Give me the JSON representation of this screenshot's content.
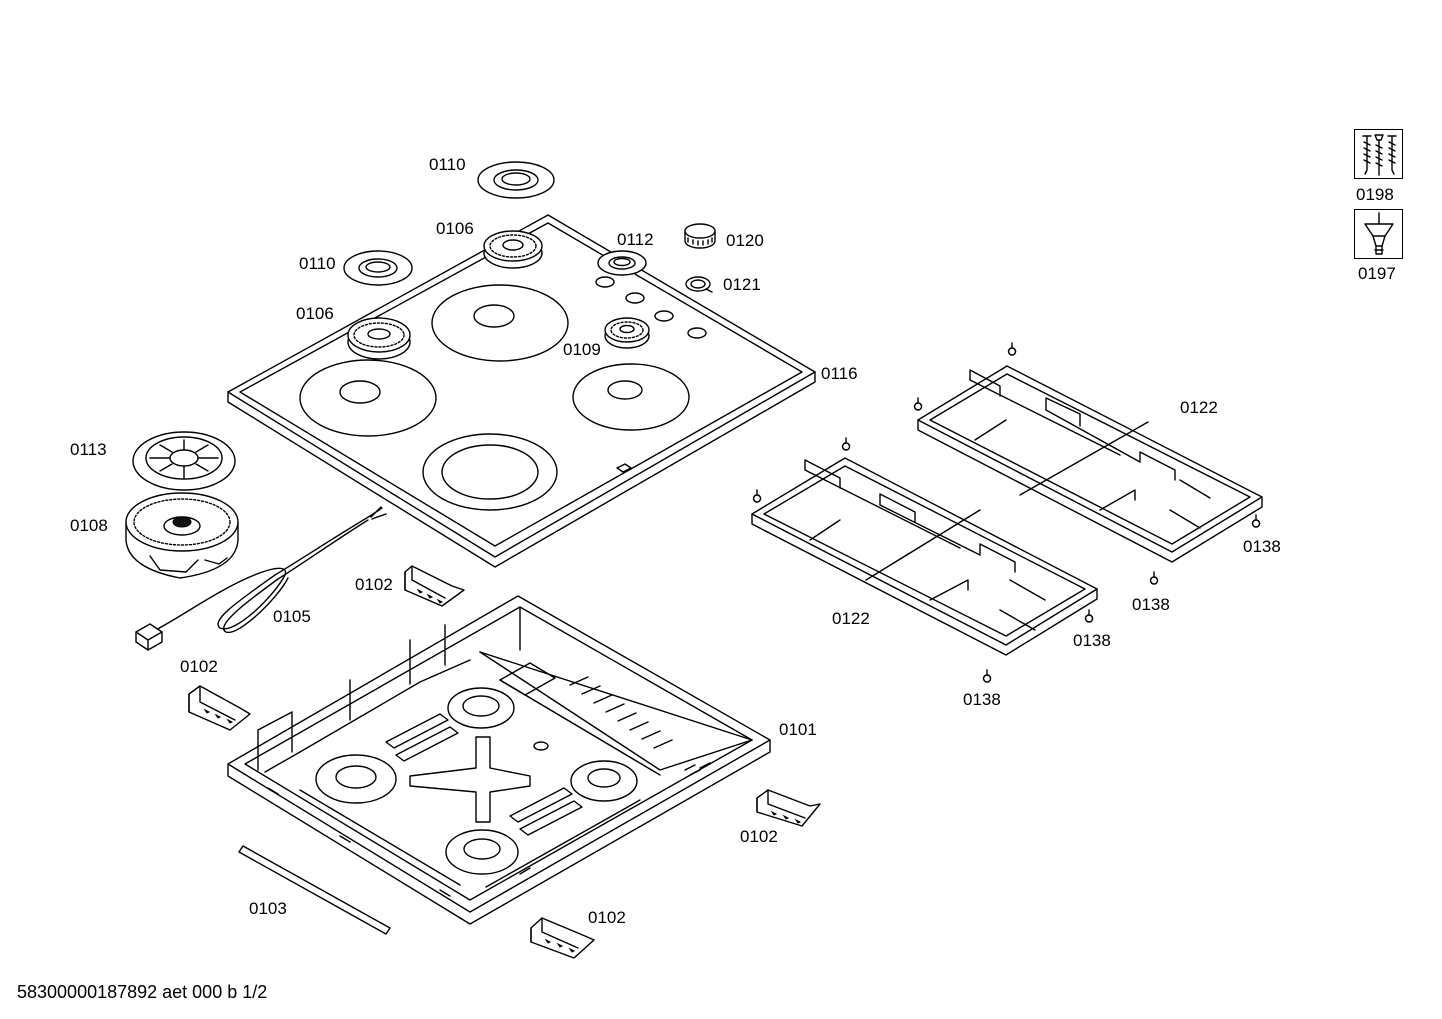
{
  "labels": {
    "l0110a": "0110",
    "l0110b": "0110",
    "l0106a": "0106",
    "l0106b": "0106",
    "l0112": "0112",
    "l0120": "0120",
    "l0121": "0121",
    "l0109": "0109",
    "l0116": "0116",
    "l0113": "0113",
    "l0108": "0108",
    "l0105": "0105",
    "l0102a": "0102",
    "l0102b": "0102",
    "l0102c": "0102",
    "l0102d": "0102",
    "l0101": "0101",
    "l0103": "0103",
    "l0122a": "0122",
    "l0122b": "0122",
    "l0138a": "0138",
    "l0138b": "0138",
    "l0138c": "0138",
    "l0138d": "0138",
    "l0198": "0198",
    "l0197": "0197"
  },
  "footer": "58300000187892 aet 000 b 1/2",
  "icons": {
    "screws": "screw-set-icon",
    "tool": "screwdriver-insert-icon"
  }
}
